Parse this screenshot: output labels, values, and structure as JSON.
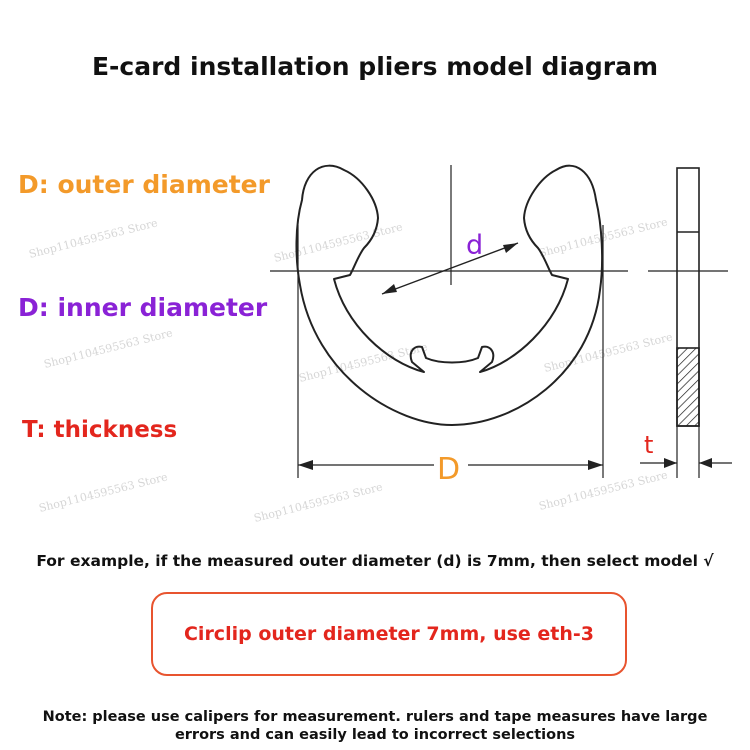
{
  "title": "E-card installation pliers model diagram",
  "legend": {
    "outer": "D: outer diameter",
    "inner": "D: inner diameter",
    "thickness": "T: thickness"
  },
  "diagram": {
    "label_d_small": "d",
    "label_d_big": "D",
    "label_t": "t"
  },
  "watermark": "Shop1104595563 Store",
  "example_text": "For example, if the measured outer diameter (d) is 7mm, then select model √",
  "callout_text": "Circlip outer diameter 7mm, use eth-3",
  "note_text": "Note: please use calipers for measurement. rulers and tape measures have large errors and can easily lead to incorrect selections",
  "colors": {
    "outer": "#f39a2a",
    "inner": "#8a22d6",
    "thickness": "#e3261d",
    "callout_border": "#e8542f",
    "d_label": "#8a22d6",
    "D_label": "#f39a2a",
    "t_label": "#e3261d"
  }
}
